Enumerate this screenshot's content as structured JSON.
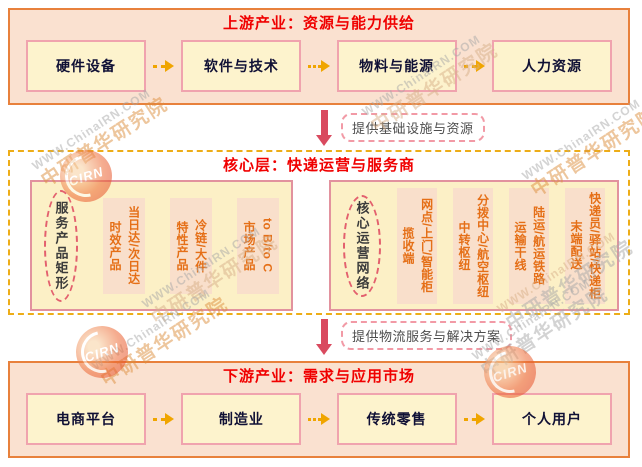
{
  "upstream": {
    "title": "上游产业：资源与能力供给",
    "boxes": [
      "硬件设备",
      "软件与技术",
      "物料与能源",
      "人力资源"
    ]
  },
  "flow_upstream_to_core": {
    "label": "提供基础设施与资源"
  },
  "core": {
    "title": "核心层：快递运营与服务商",
    "service_matrix": {
      "ellipse_label": "服务产品矩形",
      "columns": [
        "当日达/次日达\n时效产品",
        "冷链/大件\n特性产品",
        "to B/to C\n市场产品"
      ]
    },
    "operation_network": {
      "ellipse_label": "核心运营网络",
      "columns": [
        "网点/上门/智能柜\n揽收端",
        "分拨中心/航空枢纽\n中转枢纽",
        "陆运/航运铁路\n运输干线",
        "快递员/驿站/快递柜\n末端配送"
      ]
    }
  },
  "flow_core_to_downstream": {
    "label": "提供物流服务与解决方案"
  },
  "downstream": {
    "title": "下游产业：需求与应用市场",
    "boxes": [
      "电商平台",
      "制造业",
      "传统零售",
      "个人用户"
    ]
  },
  "watermark": {
    "site_text": "WWW.ChinaIRN.COM",
    "brand_text": "中研普华研究院",
    "logo_text": "CIRN"
  },
  "colors": {
    "section_border": "#E8813C",
    "section_fill": "#FAE1D0",
    "node_fill": "#FDF3CD",
    "node_border": "#F0A3AE",
    "core_dashed_border": "#EDAD18",
    "inner_fill": "#FCF0C6",
    "inner_border": "#E2929E",
    "column_fill": "#F9DFCB",
    "column_text": "#E56F17",
    "title_red": "#F00000",
    "flow_arrow_red": "#D94A5F",
    "dotted_arrow_gold": "#F0A500",
    "ellipse_dash": "#E3606E",
    "label_border_pink": "#F29AA6"
  }
}
